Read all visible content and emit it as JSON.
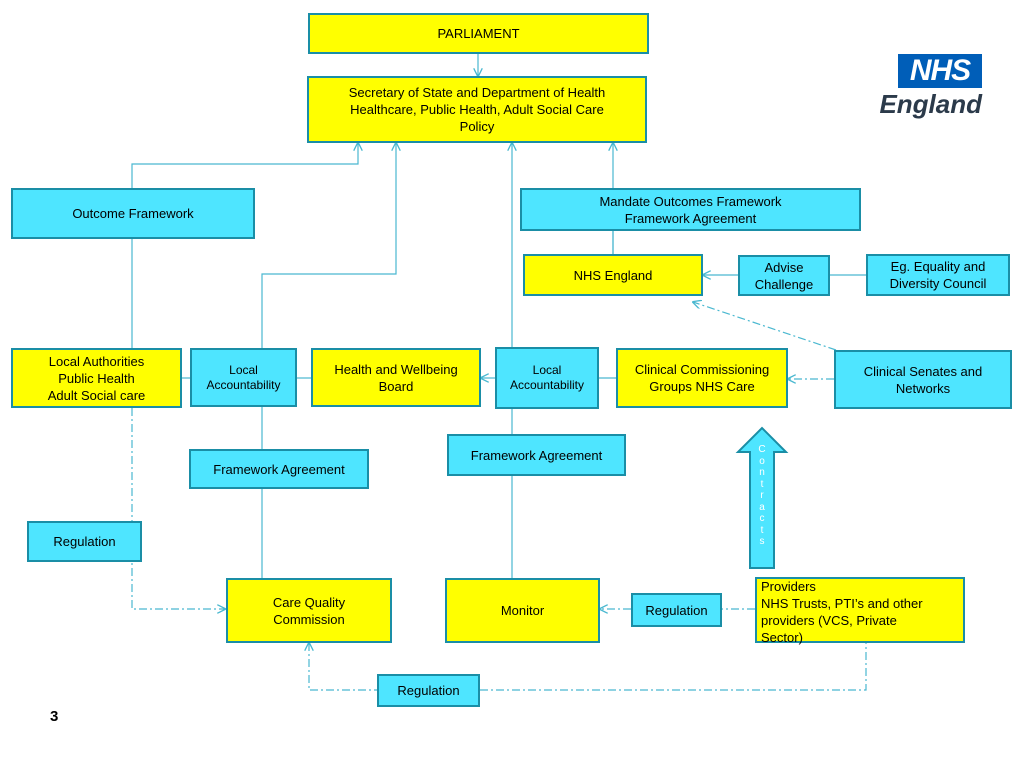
{
  "logo": {
    "badge": "NHS",
    "word": "England"
  },
  "page_number": "3",
  "colors": {
    "yellow": "#ffff00",
    "cyan": "#4ee5ff",
    "border": "#1a8ea6",
    "connector": "#4ab8d0",
    "nhs_blue": "#005eb8"
  },
  "nodes": {
    "parliament": "PARLIAMENT",
    "secretary": [
      "Secretary of State and Department of Health",
      "Healthcare, Public Health, Adult Social Care",
      "Policy"
    ],
    "outcome_framework": "Outcome Framework",
    "mandate": [
      "Mandate Outcomes Framework",
      "Framework Agreement"
    ],
    "nhs_england": "NHS England",
    "advise": [
      "Advise",
      "Challenge"
    ],
    "equality": [
      "Eg. Equality and",
      "Diversity Council"
    ],
    "local_authorities": [
      "Local Authorities",
      "Public Health",
      "Adult Social care"
    ],
    "local_accountability_1": [
      "Local",
      "Accountability"
    ],
    "health_wellbeing": [
      "Health and Wellbeing",
      "Board"
    ],
    "local_accountability_2": [
      "Local",
      "Accountability"
    ],
    "ccg": [
      "Clinical Commissioning",
      "Groups NHS Care"
    ],
    "senates": [
      "Clinical Senates and",
      "Networks"
    ],
    "framework_agreement_1": "Framework Agreement",
    "framework_agreement_2": "Framework Agreement",
    "regulation_left": "Regulation",
    "cqc": [
      "Care Quality",
      "Commission"
    ],
    "monitor": "Monitor",
    "regulation_mid": "Regulation",
    "providers": [
      "Providers",
      "NHS Trusts, PTI’s and other",
      "providers (VCS, Private",
      "Sector)"
    ],
    "regulation_bottom": "Regulation",
    "contracts_letters": [
      "C",
      "o",
      "n",
      "t",
      "r",
      "a",
      "c",
      "t",
      "s"
    ]
  }
}
